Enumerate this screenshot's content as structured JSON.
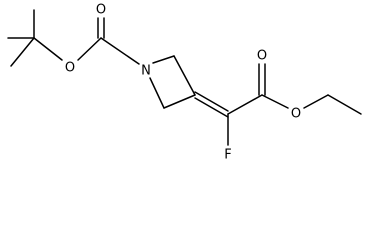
{
  "molecule": {
    "atoms": {
      "o_carbonyl_top": "O",
      "o_ester_boc": "O",
      "n_ring": "N",
      "o_carbonyl_right": "O",
      "o_ester_ethyl": "O",
      "f": "F"
    }
  },
  "colors": {
    "bond": "#000000",
    "label": "#000000",
    "background": "#ffffff"
  }
}
